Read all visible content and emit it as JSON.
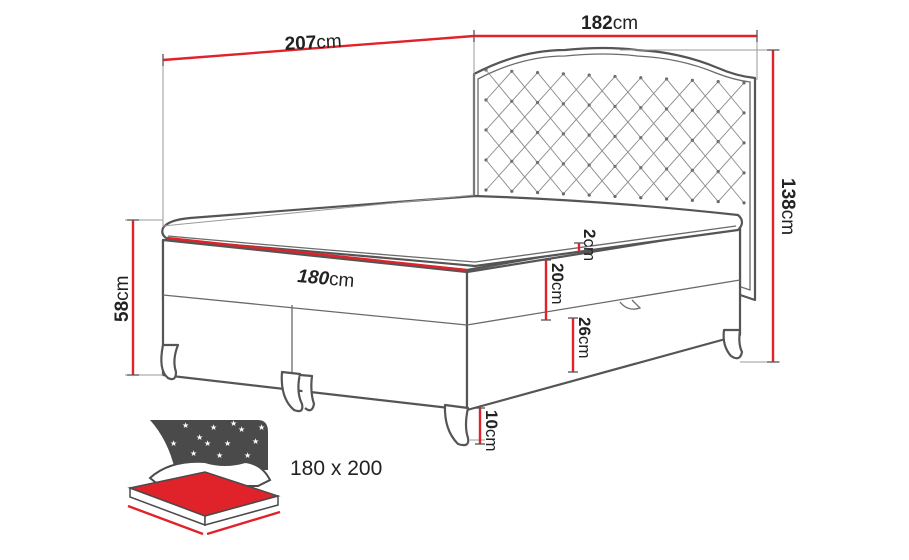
{
  "dimensions": {
    "length": {
      "value": "207",
      "unit": "cm"
    },
    "width": {
      "value": "182",
      "unit": "cm"
    },
    "height": {
      "value": "138",
      "unit": "cm"
    },
    "bed_height": {
      "value": "58",
      "unit": "cm"
    },
    "mattress_width": {
      "value": "180",
      "unit": "cm"
    },
    "topper": {
      "value": "2",
      "unit": "cm"
    },
    "mattress": {
      "value": "20",
      "unit": "cm"
    },
    "box": {
      "value": "26",
      "unit": "cm"
    },
    "legs": {
      "value": "10",
      "unit": "cm"
    }
  },
  "mattress_size": "180 x 200",
  "colors": {
    "accent": "#e0232b",
    "outline": "#555555",
    "icon_dark": "#4a4a4a"
  },
  "icons": [
    "bed-outline-icon",
    "starry-night-icon",
    "sleeping-mattress-icon"
  ]
}
